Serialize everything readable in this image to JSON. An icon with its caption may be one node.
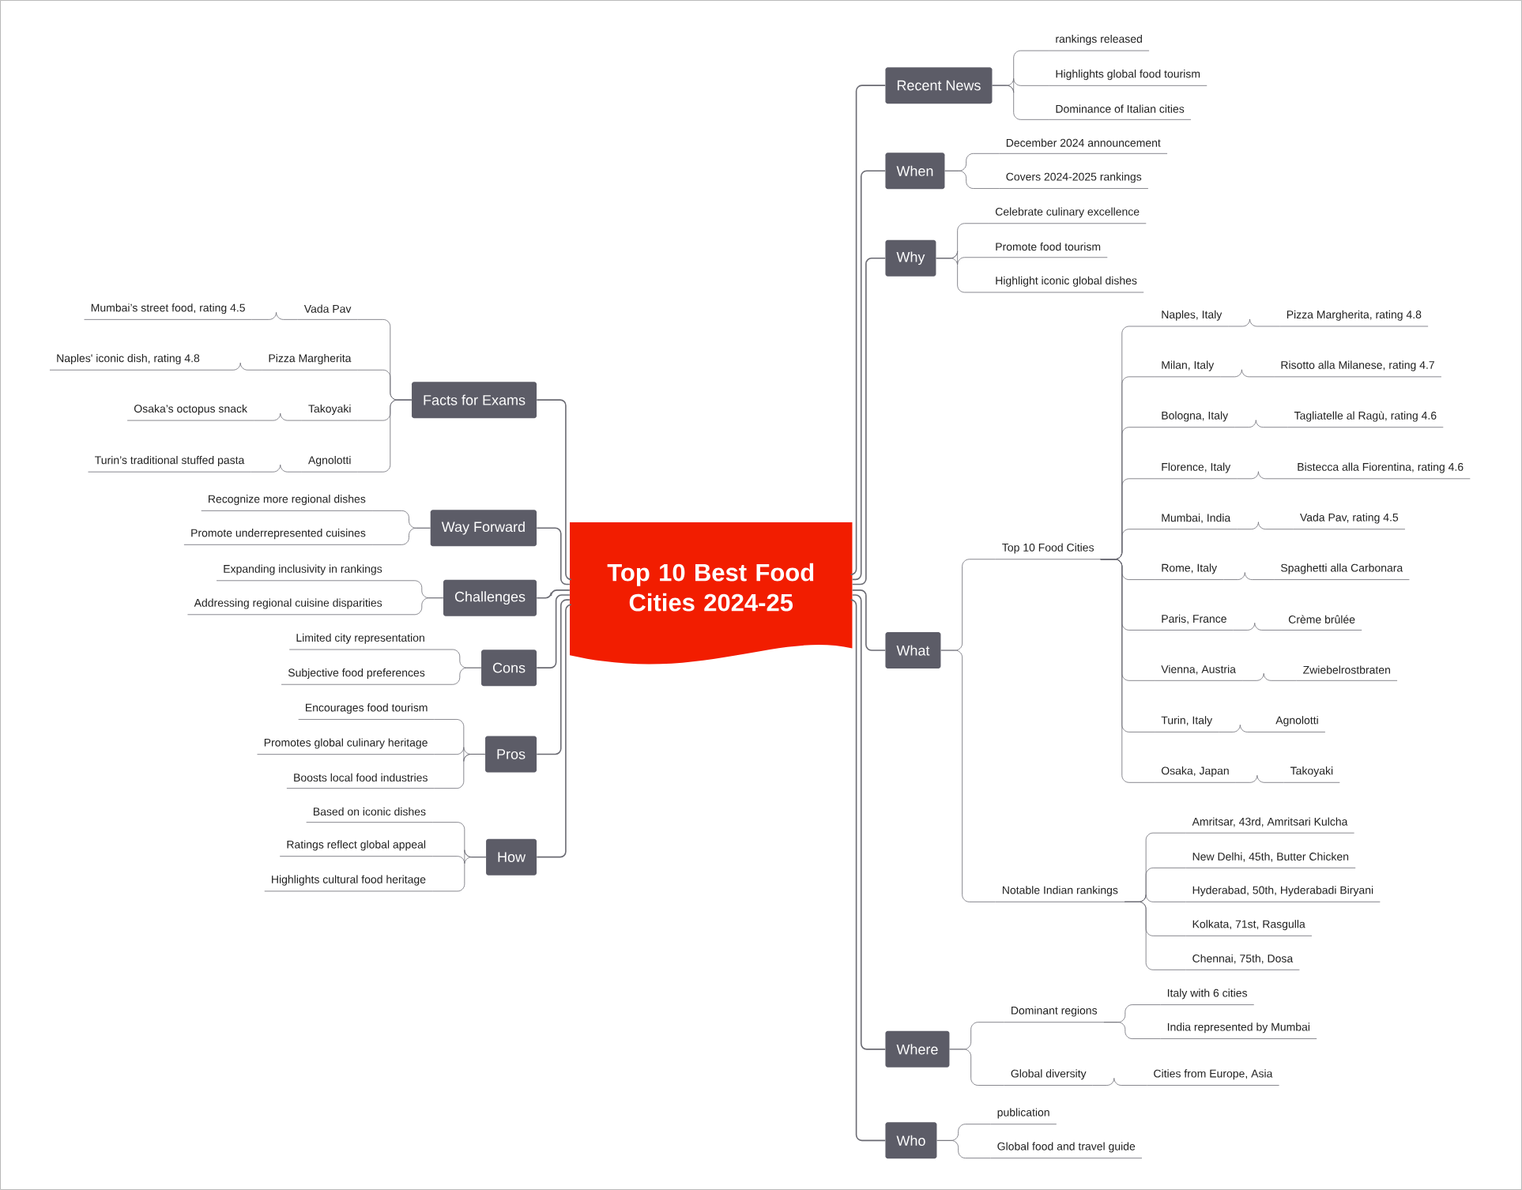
{
  "diagram": {
    "nodes": [
      {
        "text": [
          "Top 10 Best Food Cities 2024-25"
        ]
      },
      {
        "text": [
          "Recent News"
        ]
      },
      {
        "text": [
          "rankings released"
        ]
      },
      {
        "text": [
          "Highlights global food tourism"
        ]
      },
      {
        "text": [
          "Dominance of Italian cities"
        ]
      },
      {
        "text": [
          "When"
        ]
      },
      {
        "text": [
          "December 2024 announcement"
        ]
      },
      {
        "text": [
          "Covers 2024-2025 rankings"
        ]
      },
      {
        "text": [
          "Why"
        ]
      },
      {
        "text": [
          "Celebrate culinary excellence"
        ]
      },
      {
        "text": [
          "Promote food tourism"
        ]
      },
      {
        "text": [
          "Highlight iconic global dishes"
        ]
      },
      {
        "text": [
          "What"
        ]
      },
      {
        "text": [
          "Top 10 Food Cities"
        ]
      },
      {
        "text": [
          "Naples, Italy"
        ]
      },
      {
        "text": [
          "Pizza Margherita, rating 4.8"
        ]
      },
      {
        "text": [
          "Milan, Italy"
        ]
      },
      {
        "text": [
          "Risotto alla Milanese, rating 4.7"
        ]
      },
      {
        "text": [
          "Bologna, Italy"
        ]
      },
      {
        "text": [
          "Tagliatelle al Ragù, rating 4.6"
        ]
      },
      {
        "text": [
          "Florence, Italy"
        ]
      },
      {
        "text": [
          "Bistecca alla Fiorentina, rating 4.6"
        ]
      },
      {
        "text": [
          "Mumbai, India"
        ]
      },
      {
        "text": [
          "Vada Pav, rating 4.5"
        ]
      },
      {
        "text": [
          "Rome, Italy"
        ]
      },
      {
        "text": [
          "Spaghetti alla Carbonara"
        ]
      },
      {
        "text": [
          "Paris, France"
        ]
      },
      {
        "text": [
          "Crème brûlée"
        ]
      },
      {
        "text": [
          "Vienna, Austria"
        ]
      },
      {
        "text": [
          "Zwiebelrostbraten"
        ]
      },
      {
        "text": [
          "Turin, Italy"
        ]
      },
      {
        "text": [
          "Agnolotti"
        ]
      },
      {
        "text": [
          "Osaka, Japan"
        ]
      },
      {
        "text": [
          "Takoyaki"
        ]
      },
      {
        "text": [
          "Notable Indian rankings"
        ]
      },
      {
        "text": [
          "Amritsar, 43rd, Amritsari Kulcha"
        ]
      },
      {
        "text": [
          "New Delhi, 45th, Butter Chicken"
        ]
      },
      {
        "text": [
          "Hyderabad, 50th, Hyderabadi Biryani"
        ]
      },
      {
        "text": [
          "Kolkata, 71st, Rasgulla"
        ]
      },
      {
        "text": [
          "Chennai, 75th, Dosa"
        ]
      },
      {
        "text": [
          "Where"
        ]
      },
      {
        "text": [
          "Dominant regions"
        ]
      },
      {
        "text": [
          "Italy with 6 cities"
        ]
      },
      {
        "text": [
          "India represented by Mumbai"
        ]
      },
      {
        "text": [
          "Global diversity"
        ]
      },
      {
        "text": [
          "Cities from Europe, Asia"
        ]
      },
      {
        "text": [
          "Who"
        ]
      },
      {
        "text": [
          "publication"
        ]
      },
      {
        "text": [
          "Global food and travel guide"
        ]
      },
      {
        "text": [
          "Facts for Exams"
        ]
      },
      {
        "text": [
          "Vada Pav"
        ]
      },
      {
        "text": [
          "Mumbai’s street food, rating 4.5"
        ]
      },
      {
        "text": [
          "Pizza Margherita"
        ]
      },
      {
        "text": [
          "Naples' iconic dish, rating 4.8"
        ]
      },
      {
        "text": [
          "Takoyaki"
        ]
      },
      {
        "text": [
          "Osaka’s octopus snack"
        ]
      },
      {
        "text": [
          "Agnolotti"
        ]
      },
      {
        "text": [
          "Turin’s traditional stuffed pasta"
        ]
      },
      {
        "text": [
          "Way Forward"
        ]
      },
      {
        "text": [
          "Recognize more regional dishes"
        ]
      },
      {
        "text": [
          "Promote underrepresented cuisines"
        ]
      },
      {
        "text": [
          "Challenges"
        ]
      },
      {
        "text": [
          "Expanding inclusivity in rankings"
        ]
      },
      {
        "text": [
          "Addressing regional cuisine disparities"
        ]
      },
      {
        "text": [
          "Cons"
        ]
      },
      {
        "text": [
          "Limited city representation"
        ]
      },
      {
        "text": [
          "Subjective food preferences"
        ]
      },
      {
        "text": [
          "Pros"
        ]
      },
      {
        "text": [
          "Encourages food tourism"
        ]
      },
      {
        "text": [
          "Promotes global culinary heritage"
        ]
      },
      {
        "text": [
          "Boosts local food industries"
        ]
      },
      {
        "text": [
          "How"
        ]
      },
      {
        "text": [
          "Based on iconic dishes"
        ]
      },
      {
        "text": [
          "Ratings reflect global appeal"
        ]
      },
      {
        "text": [
          "Highlights cultural food heritage"
        ]
      }
    ],
    "edges": [
      {
        "from": 0,
        "to": 1,
        "arrow": "none"
      },
      {
        "from": 1,
        "to": 2,
        "arrow": "none"
      },
      {
        "from": 1,
        "to": 3,
        "arrow": "none"
      },
      {
        "from": 1,
        "to": 4,
        "arrow": "none"
      },
      {
        "from": 0,
        "to": 5,
        "arrow": "none"
      },
      {
        "from": 5,
        "to": 6,
        "arrow": "none"
      },
      {
        "from": 5,
        "to": 7,
        "arrow": "none"
      },
      {
        "from": 0,
        "to": 8,
        "arrow": "none"
      },
      {
        "from": 8,
        "to": 9,
        "arrow": "none"
      },
      {
        "from": 8,
        "to": 10,
        "arrow": "none"
      },
      {
        "from": 8,
        "to": 11,
        "arrow": "none"
      },
      {
        "from": 0,
        "to": 12,
        "arrow": "none"
      },
      {
        "from": 12,
        "to": 13,
        "arrow": "none"
      },
      {
        "from": 13,
        "to": 14,
        "arrow": "none"
      },
      {
        "from": 14,
        "to": 15,
        "arrow": "none"
      },
      {
        "from": 13,
        "to": 16,
        "arrow": "none"
      },
      {
        "from": 16,
        "to": 17,
        "arrow": "none"
      },
      {
        "from": 13,
        "to": 18,
        "arrow": "none"
      },
      {
        "from": 18,
        "to": 19,
        "arrow": "none"
      },
      {
        "from": 13,
        "to": 20,
        "arrow": "none"
      },
      {
        "from": 20,
        "to": 21,
        "arrow": "none"
      },
      {
        "from": 13,
        "to": 22,
        "arrow": "none"
      },
      {
        "from": 22,
        "to": 23,
        "arrow": "none"
      },
      {
        "from": 13,
        "to": 24,
        "arrow": "none"
      },
      {
        "from": 24,
        "to": 25,
        "arrow": "none"
      },
      {
        "from": 13,
        "to": 26,
        "arrow": "none"
      },
      {
        "from": 26,
        "to": 27,
        "arrow": "none"
      },
      {
        "from": 13,
        "to": 28,
        "arrow": "none"
      },
      {
        "from": 28,
        "to": 29,
        "arrow": "none"
      },
      {
        "from": 13,
        "to": 30,
        "arrow": "none"
      },
      {
        "from": 30,
        "to": 31,
        "arrow": "none"
      },
      {
        "from": 13,
        "to": 32,
        "arrow": "none"
      },
      {
        "from": 32,
        "to": 33,
        "arrow": "none"
      },
      {
        "from": 12,
        "to": 34,
        "arrow": "none"
      },
      {
        "from": 34,
        "to": 35,
        "arrow": "none"
      },
      {
        "from": 34,
        "to": 36,
        "arrow": "none"
      },
      {
        "from": 34,
        "to": 37,
        "arrow": "none"
      },
      {
        "from": 34,
        "to": 38,
        "arrow": "none"
      },
      {
        "from": 34,
        "to": 39,
        "arrow": "none"
      },
      {
        "from": 0,
        "to": 40,
        "arrow": "none"
      },
      {
        "from": 40,
        "to": 41,
        "arrow": "none"
      },
      {
        "from": 41,
        "to": 42,
        "arrow": "none"
      },
      {
        "from": 41,
        "to": 43,
        "arrow": "none"
      },
      {
        "from": 40,
        "to": 44,
        "arrow": "none"
      },
      {
        "from": 44,
        "to": 45,
        "arrow": "none"
      },
      {
        "from": 0,
        "to": 46,
        "arrow": "none"
      },
      {
        "from": 46,
        "to": 47,
        "arrow": "none"
      },
      {
        "from": 46,
        "to": 48,
        "arrow": "none"
      },
      {
        "from": 0,
        "to": 49,
        "arrow": "none"
      },
      {
        "from": 49,
        "to": 50,
        "arrow": "none"
      },
      {
        "from": 50,
        "to": 51,
        "arrow": "none"
      },
      {
        "from": 49,
        "to": 52,
        "arrow": "none"
      },
      {
        "from": 52,
        "to": 53,
        "arrow": "none"
      },
      {
        "from": 49,
        "to": 54,
        "arrow": "none"
      },
      {
        "from": 54,
        "to": 55,
        "arrow": "none"
      },
      {
        "from": 49,
        "to": 56,
        "arrow": "none"
      },
      {
        "from": 56,
        "to": 57,
        "arrow": "none"
      },
      {
        "from": 0,
        "to": 58,
        "arrow": "none"
      },
      {
        "from": 58,
        "to": 59,
        "arrow": "none"
      },
      {
        "from": 58,
        "to": 60,
        "arrow": "none"
      },
      {
        "from": 0,
        "to": 61,
        "arrow": "none"
      },
      {
        "from": 61,
        "to": 62,
        "arrow": "none"
      },
      {
        "from": 61,
        "to": 63,
        "arrow": "none"
      },
      {
        "from": 0,
        "to": 64,
        "arrow": "none"
      },
      {
        "from": 64,
        "to": 65,
        "arrow": "none"
      },
      {
        "from": 64,
        "to": 66,
        "arrow": "none"
      },
      {
        "from": 0,
        "to": 67,
        "arrow": "none"
      },
      {
        "from": 67,
        "to": 68,
        "arrow": "none"
      },
      {
        "from": 67,
        "to": 69,
        "arrow": "none"
      },
      {
        "from": 67,
        "to": 70,
        "arrow": "none"
      },
      {
        "from": 0,
        "to": 71,
        "arrow": "none"
      },
      {
        "from": 71,
        "to": 72,
        "arrow": "none"
      },
      {
        "from": 71,
        "to": 73,
        "arrow": "none"
      },
      {
        "from": 71,
        "to": 74,
        "arrow": "none"
      }
    ]
  }
}
